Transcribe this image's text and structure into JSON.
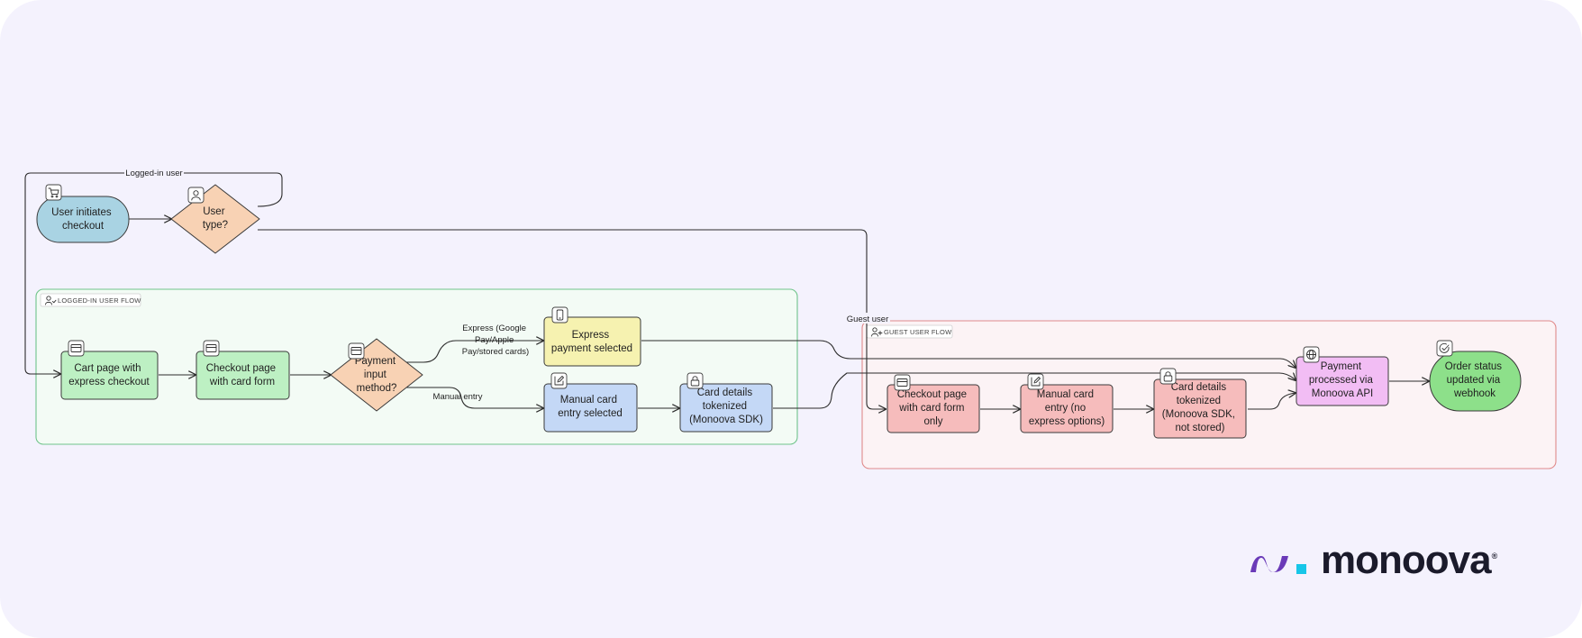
{
  "groups": {
    "logged_in": {
      "label": "LOGGED-IN USER FLOW"
    },
    "guest": {
      "label": "GUEST USER FLOW"
    }
  },
  "nodes": {
    "start": {
      "lines": [
        "User initiates",
        "checkout"
      ],
      "icon": "cart-icon",
      "color": "#a9d3e3"
    },
    "user_type": {
      "lines": [
        "User",
        "type?"
      ],
      "icon": "user-icon",
      "color": "#f8d2b4"
    },
    "cart_page": {
      "lines": [
        "Cart page with",
        "express checkout"
      ],
      "icon": "card-icon",
      "color": "#bdf0c3"
    },
    "checkout_card": {
      "lines": [
        "Checkout page",
        "with card form"
      ],
      "icon": "card-icon",
      "color": "#bdf0c3"
    },
    "payment_method": {
      "lines": [
        "Payment",
        "input",
        "method?"
      ],
      "icon": "card-icon",
      "color": "#f8d2b4"
    },
    "express_selected": {
      "lines": [
        "Express",
        "payment selected"
      ],
      "icon": "phone-icon",
      "color": "#f6f2b0"
    },
    "manual_selected": {
      "lines": [
        "Manual card",
        "entry selected"
      ],
      "icon": "edit-icon",
      "color": "#c4d8f6"
    },
    "tokenized_sdk": {
      "lines": [
        "Card details",
        "tokenized",
        "(Monoova SDK)"
      ],
      "icon": "lock-icon",
      "color": "#c4d8f6"
    },
    "guest_checkout": {
      "lines": [
        "Checkout page",
        "with card form",
        "only"
      ],
      "icon": "card-icon",
      "color": "#f6bcbc"
    },
    "guest_manual": {
      "lines": [
        "Manual card",
        "entry (no",
        "express options)"
      ],
      "icon": "edit-icon",
      "color": "#f6bcbc"
    },
    "guest_tokenized": {
      "lines": [
        "Card details",
        "tokenized",
        "(Monoova SDK,",
        "not stored)"
      ],
      "icon": "lock-icon",
      "color": "#f6bcbc"
    },
    "payment_processed": {
      "lines": [
        "Payment",
        "processed via",
        "Monoova API"
      ],
      "icon": "globe-icon",
      "color": "#f2bdf4"
    },
    "order_status": {
      "lines": [
        "Order status",
        "updated via",
        "webhook"
      ],
      "icon": "check-circle-icon",
      "color": "#8de08a"
    }
  },
  "edge_labels": {
    "logged_in_user": "Logged-in user",
    "guest_user": "Guest user",
    "express": [
      "Express (Google",
      "Pay/Apple",
      "Pay/stored cards)"
    ],
    "manual_entry": "Manual entry"
  },
  "brand": {
    "name": "monoova",
    "registered": "®",
    "logo_colors": [
      "#6a3ab8",
      "#17c6e8"
    ]
  }
}
